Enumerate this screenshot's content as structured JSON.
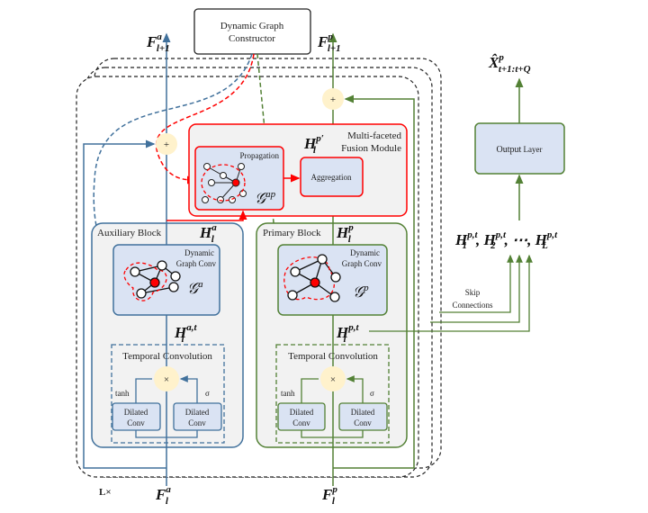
{
  "colors": {
    "blue": "#41719c",
    "green": "#538135",
    "red": "#ff0000",
    "box_fill": "#dae3f3",
    "block_fill": "#f2f2f2",
    "plus_fill": "#fff2cc"
  },
  "constructor": {
    "label_1": "Dynamic Graph",
    "label_2": "Constructor"
  },
  "fusion": {
    "title_1": "Multi-faceted",
    "title_2": "Fusion Module",
    "propagation": "Propagation",
    "aggregation": "Aggregation",
    "graph_symbol": "𝒢",
    "graph_sup": "ap"
  },
  "aux": {
    "title": "Auxiliary Block",
    "gconv_1": "Dynamic",
    "gconv_2": "Graph Conv",
    "graph_symbol": "𝒢",
    "graph_sup": "a",
    "temporal": "Temporal Convolution",
    "tanh": "tanh",
    "sigma": "σ",
    "dilated_1": "Dilated",
    "dilated_2": "Conv"
  },
  "primary": {
    "title": "Primary Block",
    "gconv_1": "Dynamic",
    "gconv_2": "Graph Conv",
    "graph_symbol": "𝒢",
    "graph_sup": "p",
    "temporal": "Temporal Convolution",
    "tanh": "tanh",
    "sigma": "σ",
    "dilated_1": "Dilated",
    "dilated_2": "Conv"
  },
  "ops": {
    "plus": "+",
    "times": "×"
  },
  "labels": {
    "F_a_next": {
      "base": "F",
      "sup": "a",
      "sub": "l+1"
    },
    "F_p_next": {
      "base": "F",
      "sup": "p",
      "sub": "l+1"
    },
    "F_a": {
      "base": "F",
      "sup": "a",
      "sub": "l"
    },
    "F_p": {
      "base": "F",
      "sup": "p",
      "sub": "l"
    },
    "H_a": {
      "base": "H",
      "sup": "a",
      "sub": "l"
    },
    "H_p": {
      "base": "H",
      "sup": "p",
      "sub": "l"
    },
    "H_pprime": {
      "base": "H",
      "sup": "p′",
      "sub": "l"
    },
    "H_at": {
      "base": "H",
      "sup": "a,t",
      "sub": "l"
    },
    "H_pt": {
      "base": "H",
      "sup": "p,t",
      "sub": "l"
    },
    "X_hat": {
      "base": "X̂",
      "sup": "p",
      "sub": "t+1:t+Q"
    },
    "H_seq": {
      "h1_sub": "1",
      "h2_sub": "2",
      "hL_sub": "L",
      "sup": "p,t",
      "base": "H",
      "sep": ",",
      "dots": "⋯"
    }
  },
  "output_layer": {
    "label_1": "Output",
    "label_2": "Layer"
  },
  "skip": {
    "line_1": "Skip",
    "line_2": "Connections"
  },
  "repeat": "L×"
}
